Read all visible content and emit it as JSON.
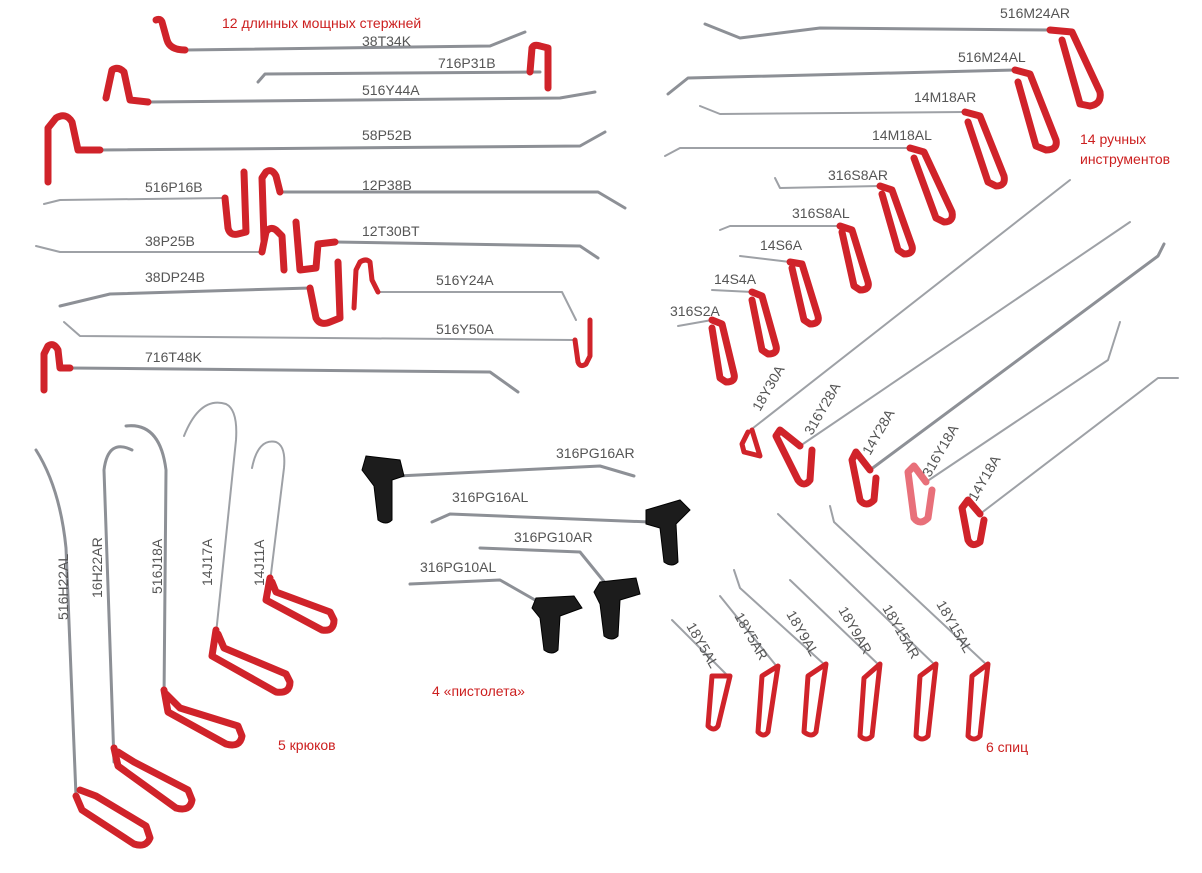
{
  "groups": {
    "long_rods": "12 длинных мощных стержней",
    "hand_tools_1": "14 ручных",
    "hand_tools_2": "инструментов",
    "hooks": "5 крюков",
    "pistols": "4 «пистолета»",
    "spokes": "6 спиц"
  },
  "long_rods": [
    "38T34K",
    "716P31B",
    "516Y44A",
    "58P52B",
    "516P16B",
    "12P38B",
    "38P25B",
    "12T30BT",
    "38DP24B",
    "516Y24A",
    "516Y50A",
    "716T48K"
  ],
  "hand_tools": [
    "516M24AR",
    "516M24AL",
    "14M18AR",
    "14M18AL",
    "316S8AR",
    "316S8AL",
    "14S6A",
    "14S4A",
    "316S2A",
    "18Y30A",
    "316Y28A",
    "14Y28A",
    "316Y18A",
    "14Y18A"
  ],
  "hooks": [
    "516H22AL",
    "16H22AR",
    "516J18A",
    "14J17A",
    "14J11A"
  ],
  "pistols": [
    "316PG16AR",
    "316PG16AL",
    "316PG10AR",
    "316PG10AL"
  ],
  "spokes": [
    "18Y5AL",
    "18Y5AR",
    "18Y9AL",
    "18Y9AR",
    "18Y15AR",
    "18Y15AL"
  ],
  "colors": {
    "handle": "#d0232a",
    "rod": "#8d9096",
    "group_label": "#cc1f1f",
    "label": "#555555"
  }
}
